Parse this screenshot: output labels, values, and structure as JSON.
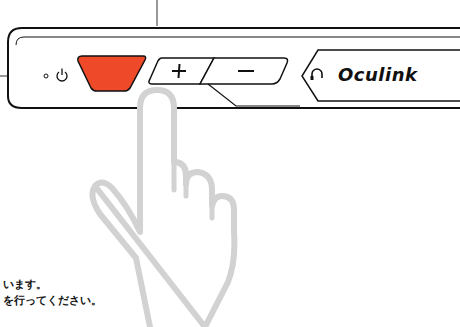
{
  "diagram": {
    "labels": [
      "Oculink",
      "います。",
      "を行ってください。"
    ]
  }
}
